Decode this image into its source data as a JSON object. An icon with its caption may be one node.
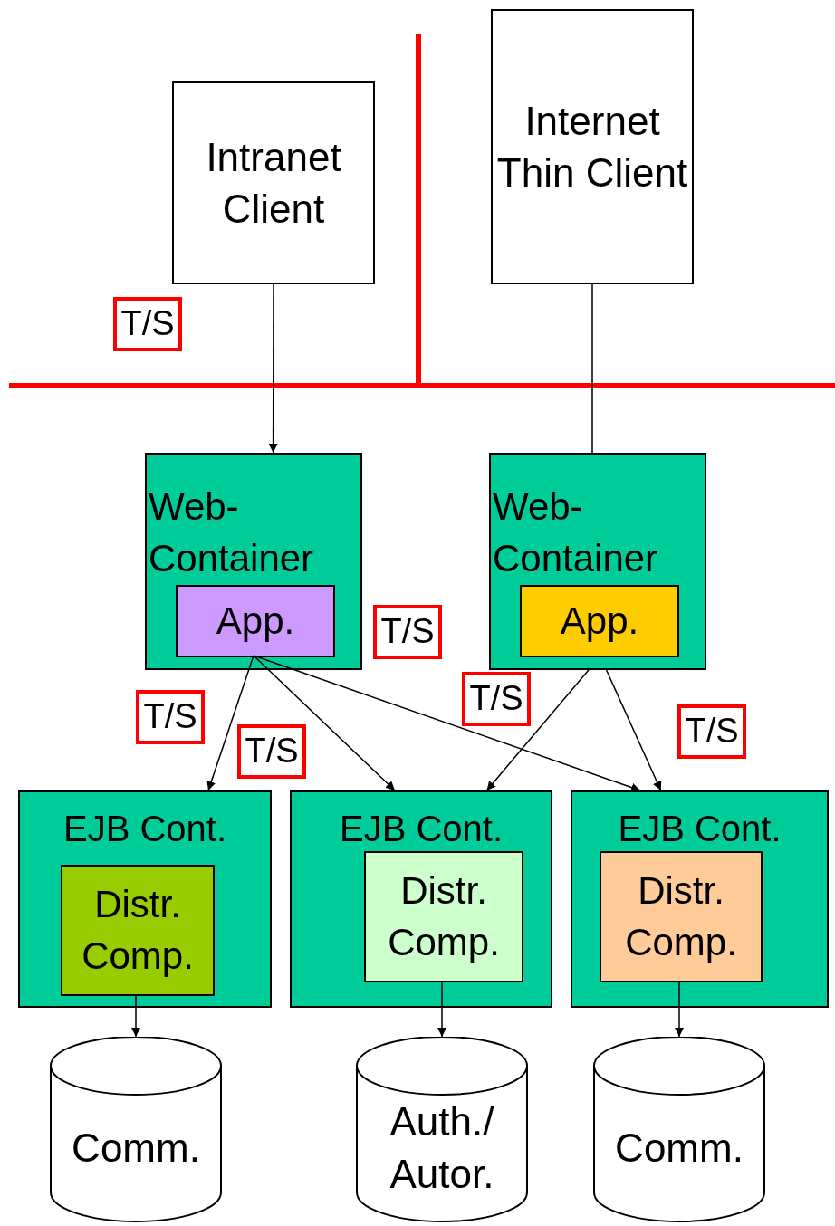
{
  "diagram": {
    "nodes": [
      {
        "text": [
          "Intranet Client"
        ]
      },
      {
        "text": [
          "Internet Thin Client"
        ]
      },
      {
        "text": [
          "Web-Container"
        ]
      },
      {
        "text": [
          "App."
        ],
        "in": 2
      },
      {
        "text": [
          "Web-Container"
        ]
      },
      {
        "text": [
          "App."
        ],
        "in": 4
      },
      {
        "text": [
          "EJB Cont."
        ]
      },
      {
        "text": [
          "Distr. Comp."
        ],
        "in": 6
      },
      {
        "text": [
          "EJB Cont."
        ]
      },
      {
        "text": [
          "Distr. Comp."
        ],
        "in": 8
      },
      {
        "text": [
          "EJB Cont."
        ]
      },
      {
        "text": [
          "Distr. Comp."
        ],
        "in": 10
      },
      {
        "text": [
          "Comm."
        ]
      },
      {
        "text": [
          "Auth./ Autor."
        ]
      },
      {
        "text": [
          "Comm."
        ]
      }
    ],
    "edges": [
      {
        "from": 0,
        "to": 2,
        "arrow": "to"
      },
      {
        "from": 1,
        "to": 4,
        "arrow": "none"
      },
      {
        "from": 3,
        "to": 6,
        "arrow": "to"
      },
      {
        "from": 3,
        "to": 8,
        "arrow": "to"
      },
      {
        "from": 3,
        "to": 10,
        "arrow": "to"
      },
      {
        "from": 4,
        "to": 8,
        "arrow": "to"
      },
      {
        "from": 4,
        "to": 10,
        "arrow": "to"
      },
      {
        "from": 7,
        "to": 12,
        "arrow": "to"
      },
      {
        "from": 9,
        "to": 13,
        "arrow": "to"
      },
      {
        "from": 11,
        "to": 14,
        "arrow": "to"
      }
    ],
    "labels": [
      "T/S",
      "T/S",
      "T/S",
      "T/S",
      "T/S",
      "T/S"
    ]
  }
}
